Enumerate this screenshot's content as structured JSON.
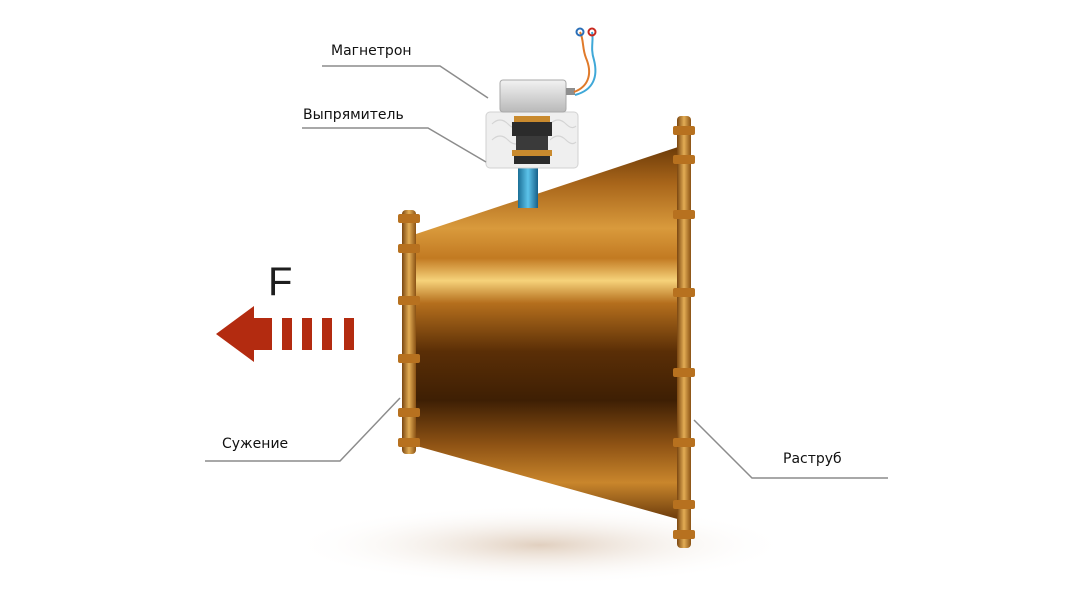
{
  "labels": {
    "magnetron": "Магнетрон",
    "rectifier": "Выпрямитель",
    "narrowing": "Сужение",
    "flare": "Раструб",
    "force": "F"
  },
  "colors": {
    "brass_light": "#f3c66a",
    "brass_mid": "#c07a1e",
    "brass_dark": "#4a2605",
    "arrow_red": "#b32b10",
    "leader_line": "#8c8c8c"
  }
}
